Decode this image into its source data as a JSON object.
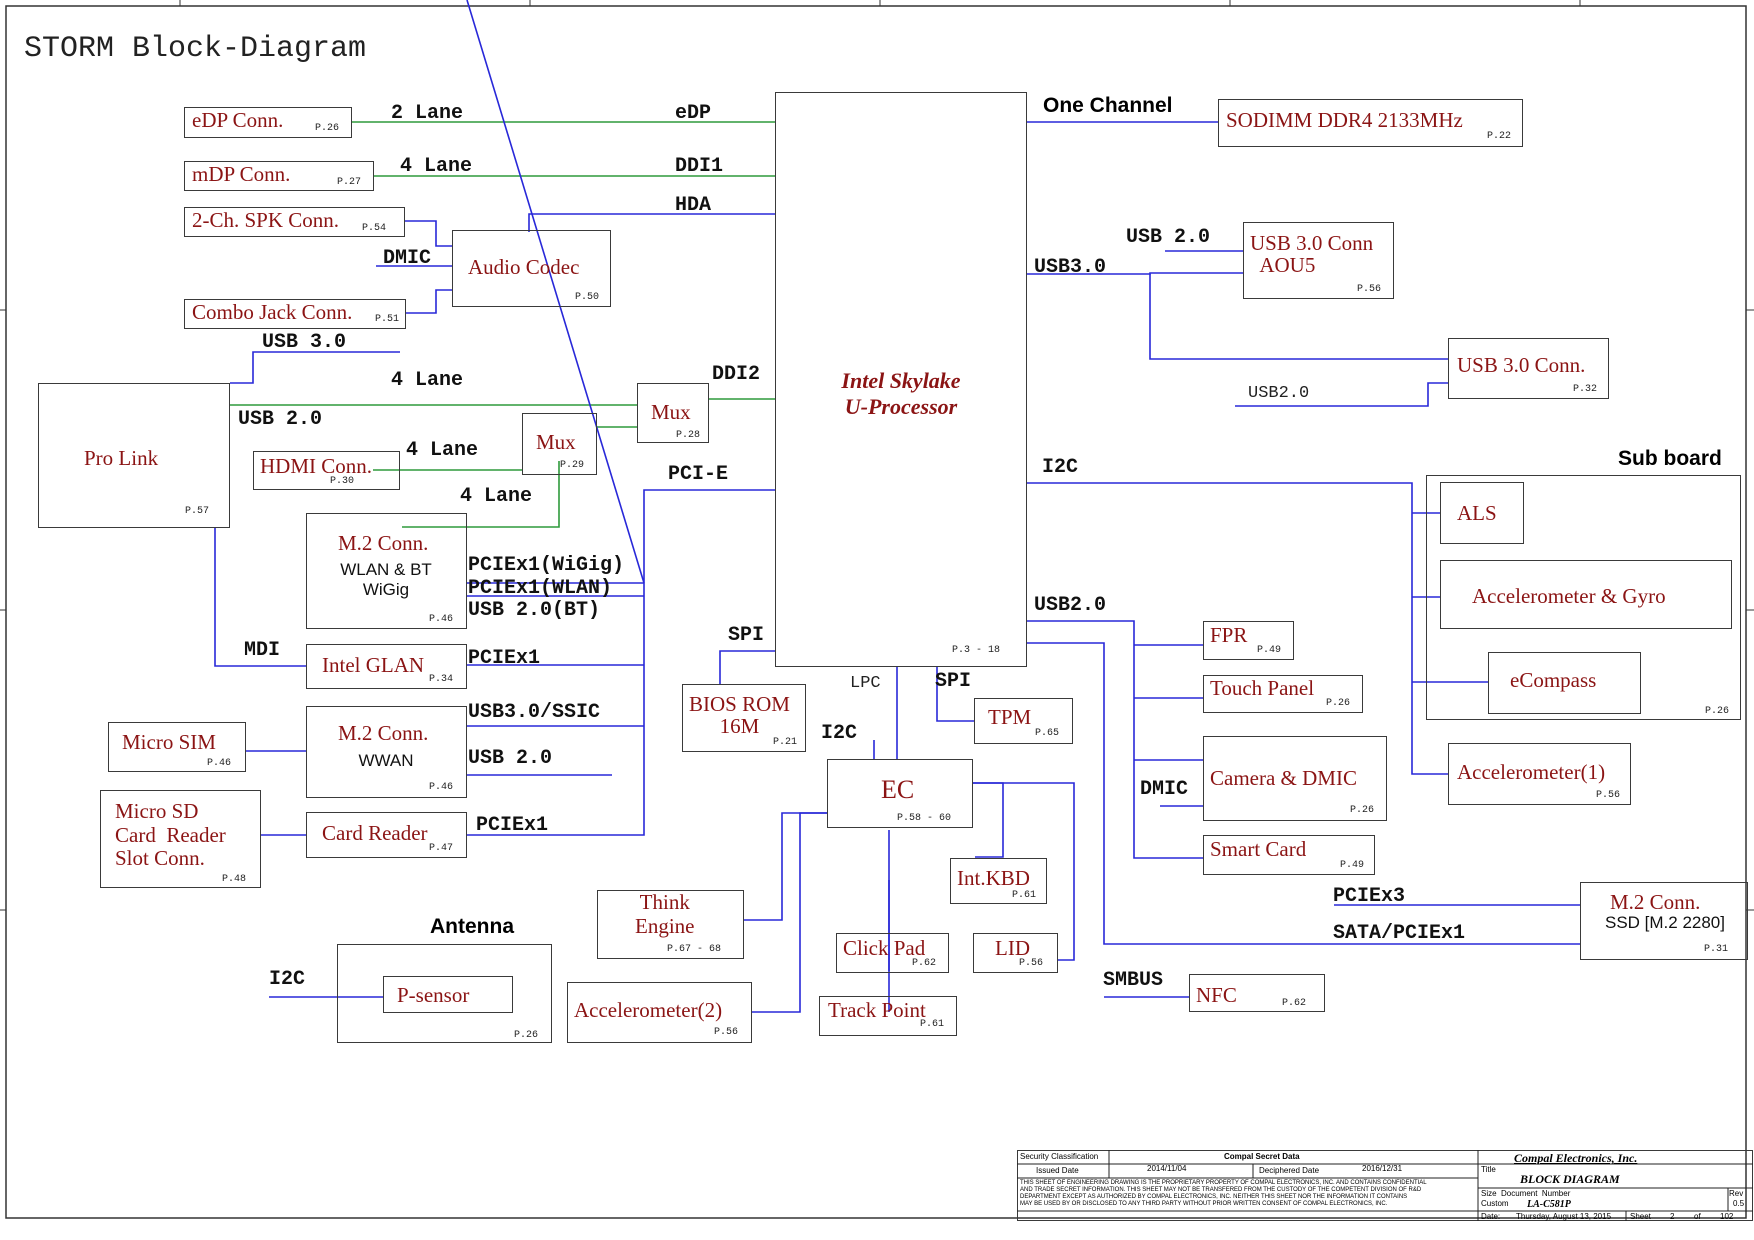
{
  "title": "STORM Block-Diagram",
  "cpu": {
    "line1": "Intel Skylake",
    "line2": "U-Processor",
    "page": "P.3 - 18"
  },
  "headings": {
    "one_channel": "One Channel",
    "sub_board": "Sub board",
    "antenna": "Antenna"
  },
  "blocks": {
    "edp": {
      "label": "eDP Conn.",
      "page": "P.26"
    },
    "mdp": {
      "label": "mDP Conn.",
      "page": "P.27"
    },
    "spk": {
      "label": "2-Ch. SPK Conn.",
      "page": "P.54"
    },
    "combo": {
      "label": "Combo Jack Conn.",
      "page": "P.51"
    },
    "audio": {
      "label": "Audio Codec",
      "page": "P.50"
    },
    "prolink": {
      "label": "Pro Link",
      "page": "P.57"
    },
    "mux1": {
      "label": "Mux",
      "page": "P.28"
    },
    "mux2": {
      "label": "Mux",
      "page": "P.29"
    },
    "hdmi": {
      "label": "HDMI Conn.",
      "page": "P.30"
    },
    "m2wlan": {
      "label": "M.2 Conn.",
      "sub": "WLAN & BT\nWiGig",
      "page": "P.46"
    },
    "glan": {
      "label": "Intel GLAN",
      "page": "P.34"
    },
    "microsim": {
      "label": "Micro SIM",
      "page": "P.46"
    },
    "m2wwan": {
      "label": "M.2 Conn.",
      "sub": "WWAN",
      "page": "P.46"
    },
    "microsd": {
      "label": "Micro SD\nCard  Reader\nSlot Conn.",
      "page": "P.48"
    },
    "cardreader": {
      "label": "Card Reader",
      "page": "P.47"
    },
    "psensor": {
      "label": "P-sensor"
    },
    "antenna_page": "P.26",
    "think": {
      "label": "Think\nEngine",
      "page": "P.67 - 68"
    },
    "accel2": {
      "label": "Accelerometer(2)",
      "page": "P.56"
    },
    "bios": {
      "label": "BIOS ROM\n16M",
      "page": "P.21"
    },
    "ec": {
      "label": "EC",
      "page": "P.58 - 60"
    },
    "tpm": {
      "label": "TPM",
      "page": "P.65"
    },
    "intkbd": {
      "label": "Int.KBD",
      "page": "P.61"
    },
    "clickpad": {
      "label": "Click Pad",
      "page": "P.62"
    },
    "lid": {
      "label": "LID",
      "page": "P.56"
    },
    "trackpoint": {
      "label": "Track Point",
      "page": "P.61"
    },
    "sodimm": {
      "label": "SODIMM DDR4 2133MHz",
      "page": "P.22"
    },
    "usb30a": {
      "label": "USB 3.0 Conn\n  AOU5",
      "page": "P.56"
    },
    "usb30b": {
      "label": "USB 3.0 Conn.",
      "page": "P.32"
    },
    "als": {
      "label": "ALS"
    },
    "gyro": {
      "label": "Accelerometer & Gyro"
    },
    "ecompass": {
      "label": "eCompass"
    },
    "subboard_page": "P.26",
    "accel1": {
      "label": "Accelerometer(1)",
      "page": "P.56"
    },
    "fpr": {
      "label": "FPR",
      "page": "P.49"
    },
    "touchpanel": {
      "label": "Touch Panel",
      "page": "P.26"
    },
    "camera": {
      "label": "Camera & DMIC",
      "page": "P.26"
    },
    "smartcard": {
      "label": "Smart Card",
      "page": "P.49"
    },
    "m2ssd": {
      "label": "M.2 Conn.",
      "sub": "SSD [M.2 2280]",
      "page": "P.31"
    },
    "nfc": {
      "label": "NFC",
      "page": "P.62"
    }
  },
  "signals": {
    "edp_lane": "2 Lane",
    "edp": "eDP",
    "mdp_lane": "4 Lane",
    "ddi1": "DDI1",
    "hda": "HDA",
    "dmic": "DMIC",
    "usb30": "USB 3.0",
    "lane4a": "4 Lane",
    "ddi2": "DDI2",
    "usb20pl": "USB 2.0",
    "lane4b": "4 Lane",
    "lane4c": "4 Lane",
    "pcie": "PCI-E",
    "wigig": "PCIEx1(WiGig)",
    "wlan": "PCIEx1(WLAN)",
    "bt": "USB 2.0(BT)",
    "mdi": "MDI",
    "glan_pcie": "PCIEx1",
    "ssic": "USB3.0/SSIC",
    "wwan_usb": "USB 2.0",
    "cr_pcie": "PCIEx1",
    "spi": "SPI",
    "lpc": "LPC",
    "i2c_ec": "I2C",
    "spi_tpm": "SPI",
    "i2c_ant": "I2C",
    "usb20_r": "USB 2.0",
    "usb30_r": "USB3.0",
    "usb20_small": "USB2.0",
    "i2c_r": "I2C",
    "usb20_r2": "USB2.0",
    "dmic_r": "DMIC",
    "pciex3": "PCIEx3",
    "sata": "SATA/PCIEx1",
    "smbus": "SMBUS"
  },
  "title_block": {
    "security": "Security Classification",
    "secret": "Compal Secret Data",
    "issued_label": "Issued Date",
    "issued": "2014/11/04",
    "deciphered_label": "Deciphered Date",
    "deciphered": "2016/12/31",
    "notice1": "THIS SHEET OF ENGINEERING DRAWING IS THE PROPRIETARY PROPERTY OF COMPAL ELECTRONICS, INC. AND CONTAINS CONFIDENTIAL",
    "notice2": "AND TRADE SECRET INFORMATION. THIS SHEET MAY NOT BE TRANSFERED FROM THE CUSTODY OF THE COMPETENT DIVISION OF R&D",
    "notice3": "DEPARTMENT EXCEPT AS AUTHORIZED BY COMPAL ELECTRONICS, INC. NEITHER THIS SHEET NOR THE INFORMATION IT CONTAINS",
    "notice4": "MAY BE USED BY OR DISCLOSED TO ANY THIRD PARTY WITHOUT PRIOR WRITTEN CONSENT OF COMPAL ELECTRONICS, INC.",
    "company": "Compal Electronics, Inc.",
    "title_label": "Title",
    "doc_title": "BLOCK DIAGRAM",
    "size_label": "Size",
    "docnum_label": "Document  Number",
    "custom": "Custom",
    "docnum": "LA-C581P",
    "rev_label": "Rev",
    "rev": "0.5",
    "date_label": "Date:",
    "date": "Thursday, August 13, 2015",
    "sheet_label": "Sheet",
    "sheet": "2",
    "of_label": "of",
    "total": "102"
  },
  "colors": {
    "bus_blue": "#2828d8",
    "bus_green": "#2e9a3c",
    "label_red": "#8b1414"
  }
}
